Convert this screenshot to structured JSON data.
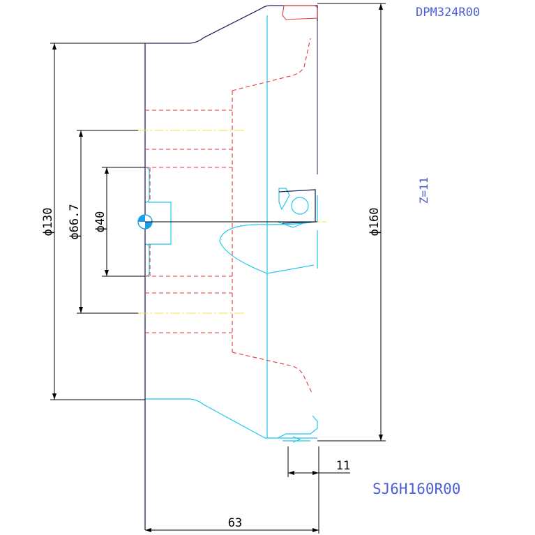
{
  "labels": {
    "top_right_code": "DPM324R00",
    "teeth": "Z=11",
    "part_code": "SJ6H160R00"
  },
  "dimensions": {
    "d130": "ϕ130",
    "d66": "ϕ66.7",
    "d40": "ϕ40",
    "d160": "ϕ160",
    "w63": "63",
    "w11": "11"
  },
  "colors": {
    "outline": "#1e2a5a",
    "cyan": "#22c8ea",
    "hidden": "#e23a3a",
    "center": "#f0e24a",
    "dimension": "#000000",
    "text_blue": "#4d5fd6",
    "center_mark": "#1aa0e6"
  }
}
